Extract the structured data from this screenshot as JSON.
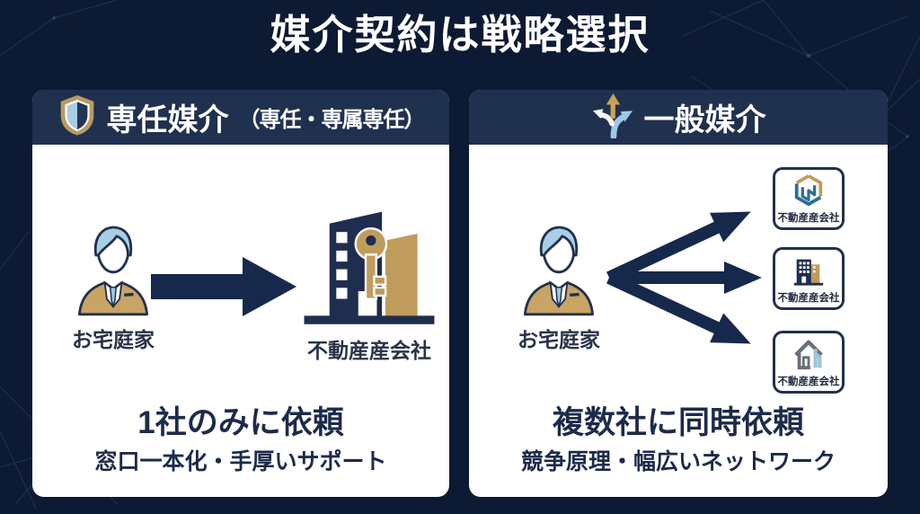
{
  "title": "媒介契約は戦略選択",
  "left_panel": {
    "header_icon": "shield-icon",
    "header": "専任媒介",
    "header_sub": "（専任・専属専任）",
    "person_label": "お宅庭家",
    "arrow_icon": "arrow-right-icon",
    "company_label": "不動産産会社",
    "headline": "1社のみに依頼",
    "subline": "窓口一本化・手厚いサポート"
  },
  "right_panel": {
    "header_icon": "branch-arrows-icon",
    "header": "一般媒介",
    "person_label": "お宅庭家",
    "fan_icon": "fan-arrows-icon",
    "companies": [
      {
        "label": "不動産産会社",
        "logo": "hexagon-building-logo"
      },
      {
        "label": "不動産産会社",
        "logo": "office-buildings-logo"
      },
      {
        "label": "不動産産会社",
        "logo": "house-logo"
      }
    ],
    "headline": "複数社に同時依頼",
    "subline": "競争原理・幅広いネットワーク"
  },
  "colors": {
    "background": "#0d1a33",
    "panel_header": "#20304f",
    "panel_bg": "#ffffff",
    "navy_text": "#1d2b4a",
    "arrow_navy": "#16294d",
    "gold": "#c09c5c",
    "light_blue": "#a9cfe7",
    "tie_blue": "#9fc9e6"
  }
}
